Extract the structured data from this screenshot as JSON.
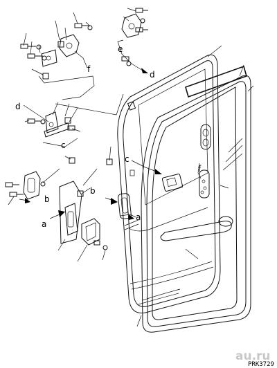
{
  "diagram": {
    "labels": {
      "a": "a",
      "b": "b",
      "c": "c",
      "d": "d",
      "e": "e",
      "f": "f"
    },
    "drawing_code": "PRK3729",
    "watermark": "au.ru"
  }
}
